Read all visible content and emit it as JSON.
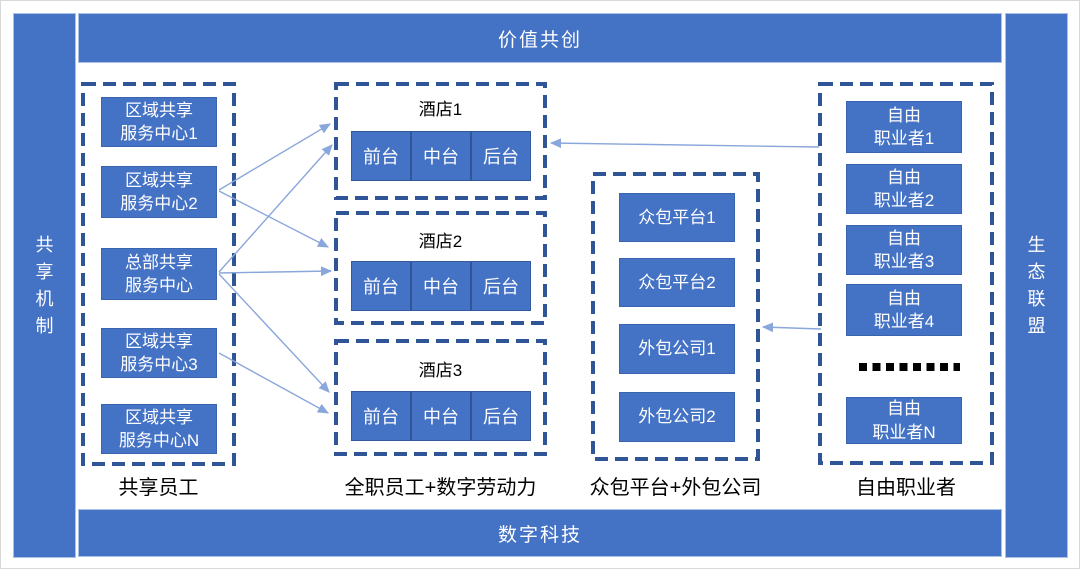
{
  "bars": {
    "top": "价值共创",
    "bottom": "数字科技",
    "left": "共享机制",
    "right": "生态联盟"
  },
  "shared_centers": {
    "label": "共享员工",
    "items": [
      {
        "line1": "区域共享",
        "line2": "服务中心1"
      },
      {
        "line1": "区域共享",
        "line2": "服务中心2"
      },
      {
        "line1": "总部共享",
        "line2": "服务中心"
      },
      {
        "line1": "区域共享",
        "line2": "服务中心3"
      },
      {
        "line1": "区域共享",
        "line2": "服务中心N"
      }
    ]
  },
  "hotels": {
    "label": "全职员工+数字劳动力",
    "items": [
      {
        "title": "酒店1",
        "cells": [
          "前台",
          "中台",
          "后台"
        ]
      },
      {
        "title": "酒店2",
        "cells": [
          "前台",
          "中台",
          "后台"
        ]
      },
      {
        "title": "酒店3",
        "cells": [
          "前台",
          "中台",
          "后台"
        ]
      }
    ]
  },
  "outsourcing": {
    "label": "众包平台+外包公司",
    "items": [
      "众包平台1",
      "众包平台2",
      "外包公司1",
      "外包公司2"
    ]
  },
  "freelancers": {
    "label": "自由职业者",
    "items": [
      {
        "line1": "自由",
        "line2": "职业者1"
      },
      {
        "line1": "自由",
        "line2": "职业者2"
      },
      {
        "line1": "自由",
        "line2": "职业者3"
      },
      {
        "line1": "自由",
        "line2": "职业者4"
      },
      {
        "line1": "自由",
        "line2": "职业者N"
      }
    ]
  },
  "connections": [
    {
      "from": "区域共享服务中心2",
      "to": "酒店1"
    },
    {
      "from": "区域共享服务中心2",
      "to": "酒店2"
    },
    {
      "from": "总部共享服务中心",
      "to": "酒店1"
    },
    {
      "from": "总部共享服务中心",
      "to": "酒店2"
    },
    {
      "from": "总部共享服务中心",
      "to": "酒店3"
    },
    {
      "from": "区域共享服务中心3",
      "to": "酒店3"
    },
    {
      "from": "自由职业者",
      "to": "酒店1"
    },
    {
      "from": "自由职业者",
      "to": "众包平台+外包公司"
    }
  ],
  "colors": {
    "node_fill": "#4472C4",
    "dashed_border": "#2F5597",
    "arrow": "#8AA7DB",
    "label_text": "#000000"
  }
}
